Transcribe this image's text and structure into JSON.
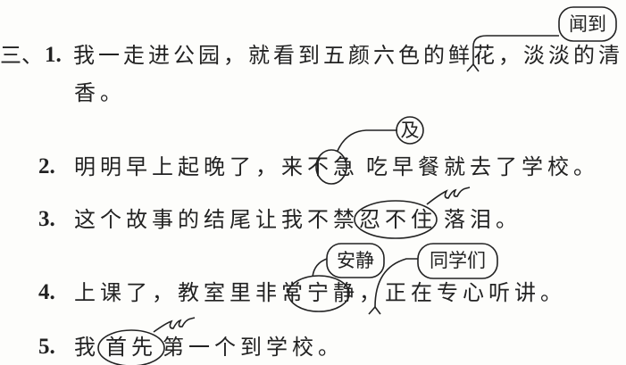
{
  "section": "三、",
  "items": [
    {
      "num": "1.",
      "text": "我一走进公园，就看到五颜六色的鲜花，淡淡的清",
      "cont": "香。",
      "insert": "闻到"
    },
    {
      "num": "2.",
      "before": "明明早上起晚了，来不",
      "circled": "急",
      "after": "吃早餐就去了学校。",
      "replace": "及"
    },
    {
      "num": "3.",
      "before": "这个故事的结尾让我不禁",
      "circled": "忍不住",
      "after": "落泪。"
    },
    {
      "num": "4.",
      "before": "上课了，教室里非常",
      "circled": "宁静",
      "after": "，正在专心听讲。",
      "replace": "安静",
      "insert": "同学们"
    },
    {
      "num": "5.",
      "before": "我",
      "circled": "首先",
      "after": "第一个到学校。"
    }
  ]
}
